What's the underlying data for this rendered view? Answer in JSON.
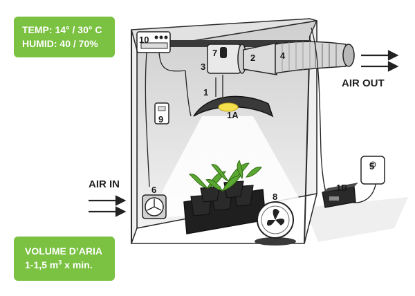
{
  "badges": {
    "top": {
      "line1": "TEMP: 14° / 30° C",
      "line2": "HUMID: 40 / 70%"
    },
    "bottom": {
      "line1": "VOLUME D’ARIA",
      "line2_prefix": "1-1,5 m",
      "line2_sup": "3",
      "line2_suffix": " x min."
    }
  },
  "flow_labels": {
    "air_in": "AIR IN",
    "air_out": "AIR OUT"
  },
  "callouts": {
    "lamp": "1",
    "bulb": "1A",
    "ballast": "1B",
    "fan_motor": "2",
    "carbon_filter": "3",
    "duct": "4",
    "timer": "5",
    "intake_fan": "6",
    "thermometer": "7",
    "circulation_fan": "8",
    "hygrometer": "9",
    "controller": "10"
  },
  "colors": {
    "badge_green": "#7bc142",
    "bulb_yellow": "#f4e04d",
    "tent_frame": "#2b2b2b"
  }
}
